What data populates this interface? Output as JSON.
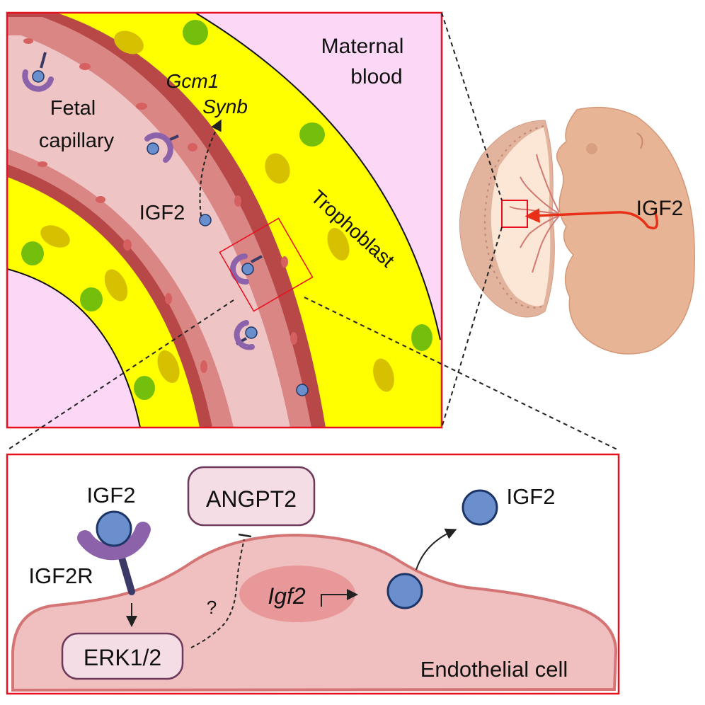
{
  "colors": {
    "frame_red": "#e8101e",
    "maternal_pink": "#fcd8f6",
    "trophoblast_yellow": "#ffff00",
    "capillary_wall": "#b84848",
    "endothelial_fill": "#d98684",
    "lumen_pink": "#efc4c4",
    "nucleus": "#d66060",
    "green_cell": "#74bf0c",
    "olive_cell": "#d6c000",
    "igf2_blue": "#6a8fcc",
    "igf2_outline": "#1c3566",
    "receptor_purple": "#8c63ab",
    "receptor_stalk": "#3b3a66",
    "cell_body": "#f0c0c0",
    "cell_outline": "#d47474",
    "nucleus_large": "#e89898",
    "box_fill": "#f5dde6",
    "box_outline": "#6e3a5c",
    "embryo": "#e8b496",
    "placenta_outer": "#e2b49e",
    "placenta_inner": "#fce6d6",
    "arrow_red": "#e83018"
  },
  "top_panel": {
    "labels": {
      "maternal_blood_line1": "Maternal",
      "maternal_blood_line2": "blood",
      "fetal_capillary_line1": "Fetal",
      "fetal_capillary_line2": "capillary",
      "gene1": "Gcm1",
      "gene2": "Synb",
      "igf2": "IGF2",
      "trophoblast": "Trophoblast"
    }
  },
  "embryo_panel": {
    "igf2_label": "IGF2"
  },
  "bottom_panel": {
    "labels": {
      "igf2_bound": "IGF2",
      "igf2r": "IGF2R",
      "angpt2": "ANGPT2",
      "erk": "ERK1/2",
      "question": "?",
      "igf2_gene": "Igf2",
      "igf2_secreted": "IGF2",
      "endothelial_cell": "Endothelial cell"
    }
  }
}
